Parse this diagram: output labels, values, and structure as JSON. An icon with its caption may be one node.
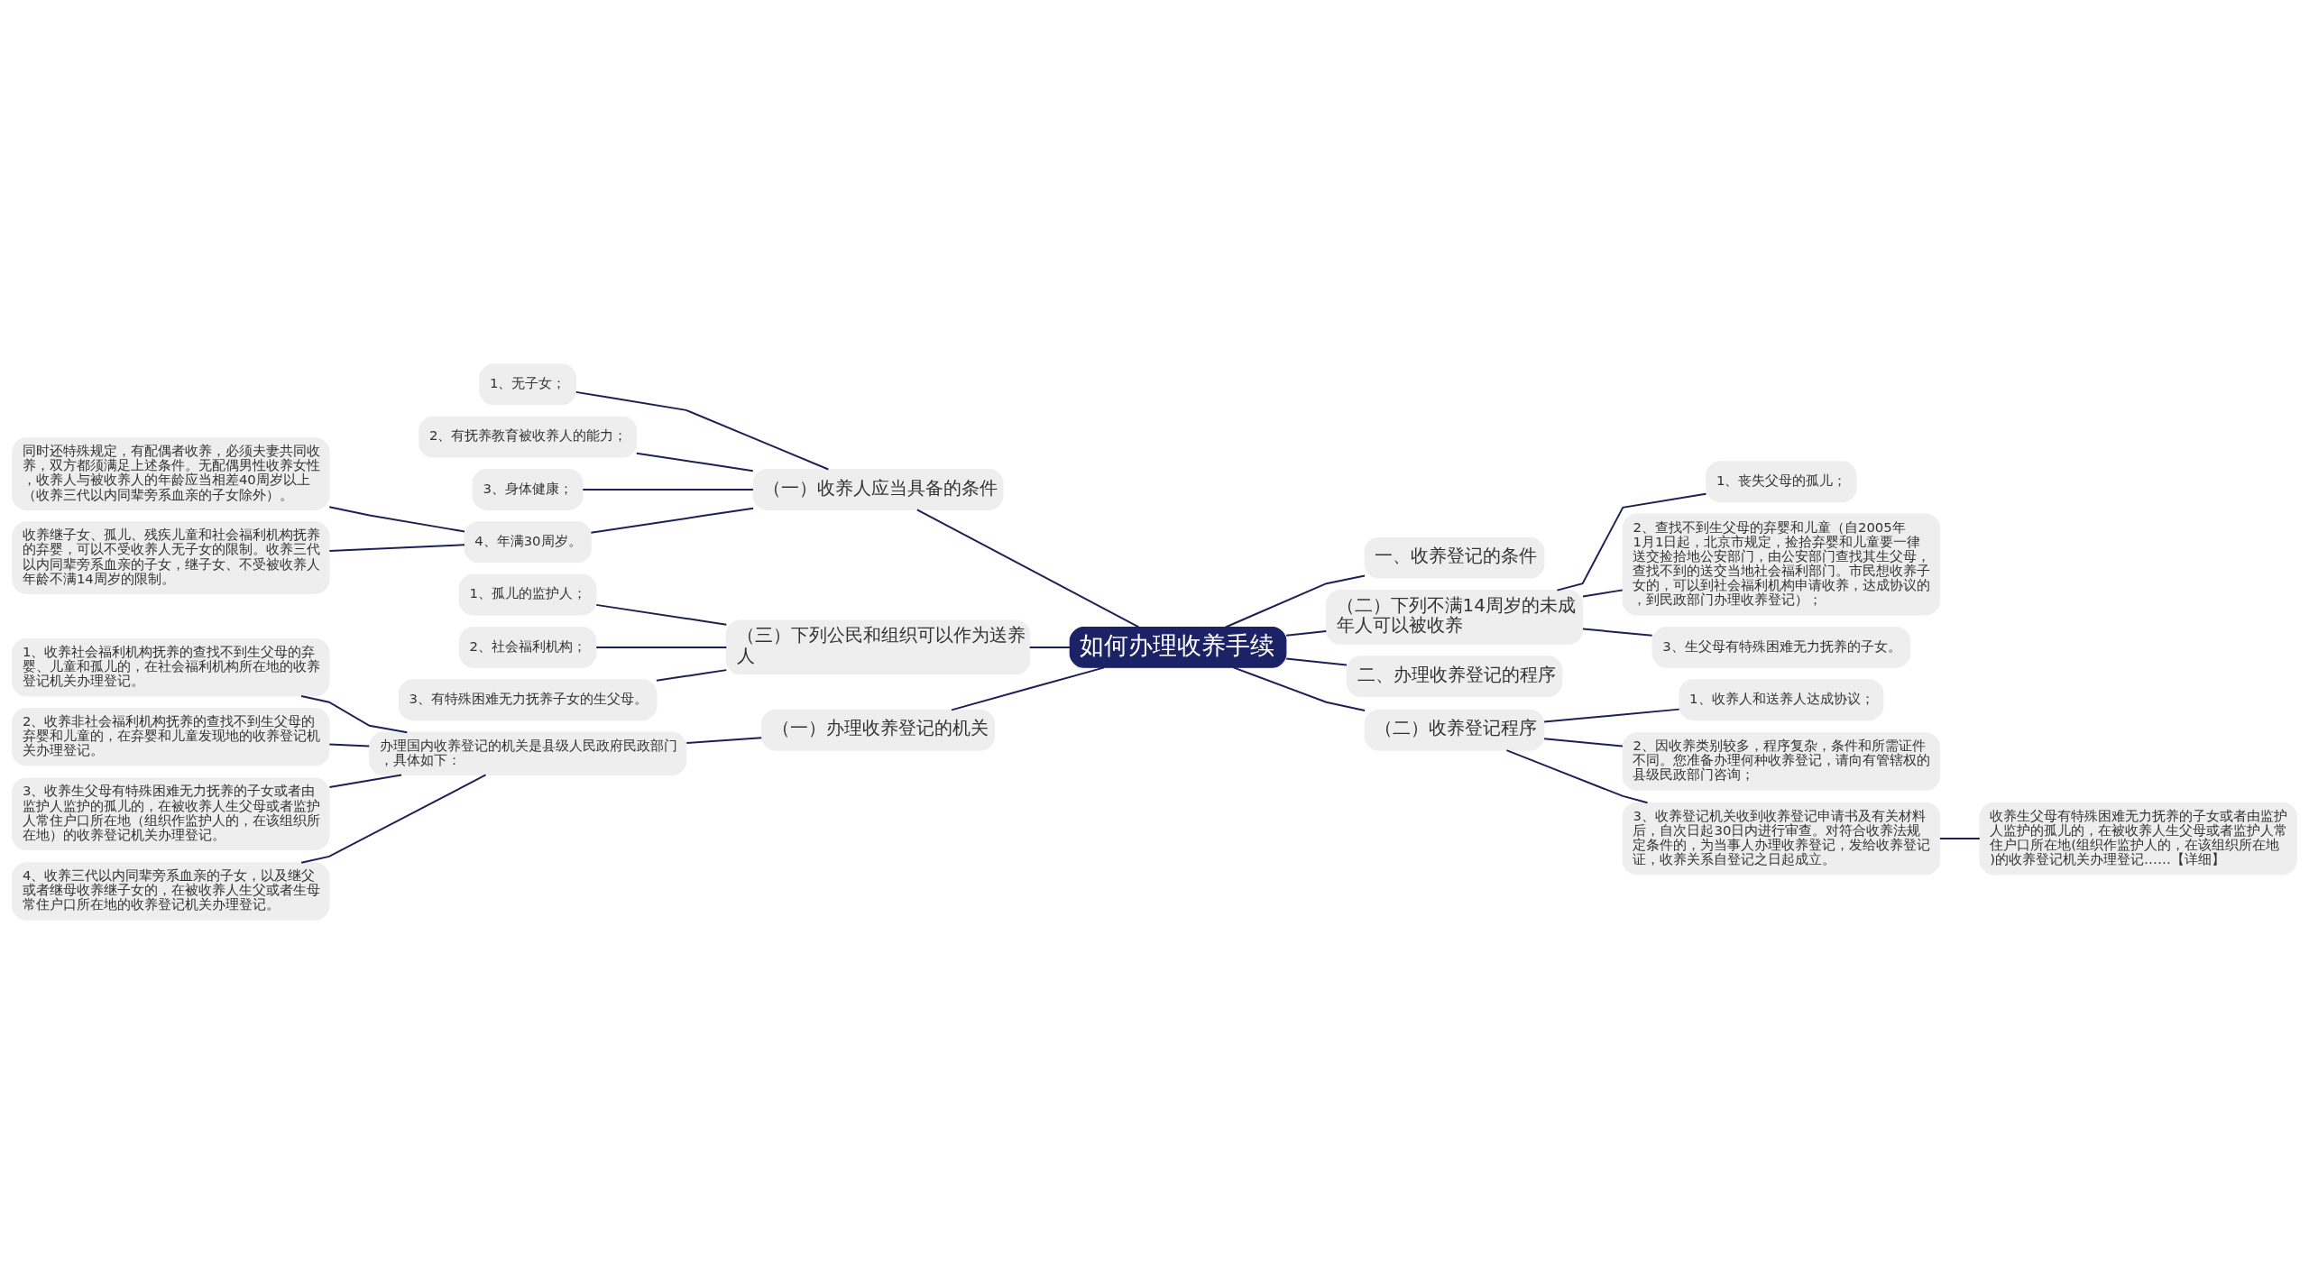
{
  "diagram": {
    "nodes": [
      {
        "text": [
          "如何办理收养手续"
        ]
      },
      {
        "text": [
          "（一）收养人应当具备的条件"
        ]
      },
      {
        "text": [
          "1、无子女；"
        ]
      },
      {
        "text": [
          "2、有抚养教育被收养人的能力；"
        ]
      },
      {
        "text": [
          "3、身体健康；"
        ]
      },
      {
        "text": [
          "4、年满30周岁。"
        ]
      },
      {
        "text": [
          "同时还特殊规定，有配偶者收养，必须夫妻共同收养，双方都须满足上述条件。无配偶男性收养女性，收养人与被收养人的年龄应当相差40周岁以上（收养三代以内同辈旁系血亲的子女除外）。"
        ]
      },
      {
        "text": [
          "收养继子女、孤儿、残疾儿童和社会福利机构抚养的弃婴，可以不受收养人无子女的限制。收养三代以内同辈旁系血亲的子女，继子女、不受被收养人年龄不满14周岁的限制。"
        ]
      },
      {
        "text": [
          "（三）下列公民和组织可以作为送养人"
        ]
      },
      {
        "text": [
          "1、孤儿的监护人；"
        ]
      },
      {
        "text": [
          "2、社会福利机构；"
        ]
      },
      {
        "text": [
          "3、有特殊困难无力抚养子女的生父母。"
        ]
      },
      {
        "text": [
          "（一）办理收养登记的机关"
        ]
      },
      {
        "text": [
          "办理国内收养登记的机关是县级人民政府民政部门，具体如下："
        ]
      },
      {
        "text": [
          "1、收养社会福利机构抚养的查找不到生父母的弃婴、儿童和孤儿的，在社会福利机构所在地的收养登记机关办理登记。"
        ]
      },
      {
        "text": [
          "2、收养非社会福利机构抚养的查找不到生父母的弃婴和儿童的，在弃婴和儿童发现地的收养登记机关办理登记。"
        ]
      },
      {
        "text": [
          "3、收养生父母有特殊困难无力抚养的子女或者由监护人监护的孤儿的，在被收养人生父母或者监护人常住户口所在地（组织作监护人的，在该组织所在地）的收养登记机关办理登记。"
        ]
      },
      {
        "text": [
          "4、收养三代以内同辈旁系血亲的子女，以及继父或者继母收养继子女的，在被收养人生父或者生母常住户口所在地的收养登记机关办理登记。"
        ]
      },
      {
        "text": [
          "一、收养登记的条件"
        ]
      },
      {
        "text": [
          "（二）下列不满14周岁的未成年人可以被收养"
        ]
      },
      {
        "text": [
          "1、丧失父母的孤儿；"
        ]
      },
      {
        "text": [
          "2、查找不到生父母的弃婴和儿童（自2005年1月1日起，北京市规定，捡拾弃婴和儿童要一律送交捡拾地公安部门，由公安部门查找其生父母，查找不到的送交当地社会福利部门。市民想收养子女的，可以到社会福利机构申请收养，达成协议的，到民政部门办理收养登记）；"
        ]
      },
      {
        "text": [
          "3、生父母有特殊困难无力抚养的子女。"
        ]
      },
      {
        "text": [
          "二、办理收养登记的程序"
        ]
      },
      {
        "text": [
          "（二）收养登记程序"
        ]
      },
      {
        "text": [
          "1、收养人和送养人达成协议；"
        ]
      },
      {
        "text": [
          "2、因收养类别较多，程序复杂，条件和所需证件不同。您准备办理何种收养登记，请向有管辖权的县级民政部门咨询；"
        ]
      },
      {
        "text": [
          "3、收养登记机关收到收养登记申请书及有关材料后，自次日起30日内进行审查。对符合收养法规定条件的，为当事人办理收养登记，发给收养登记证，收养关系自登记之日起成立。"
        ]
      },
      {
        "text": [
          "收养生父母有特殊困难无力抚养的子女或者由监护人监护的孤儿的，在被收养人生父母或者监护人常住户口所在地(组织作监护人的，在该组织所在地)的收养登记机关办理登记……【详细】"
        ]
      }
    ],
    "edges": [
      {
        "from": 0,
        "to": 1,
        "arrow": "none"
      },
      {
        "from": 1,
        "to": 2,
        "arrow": "none"
      },
      {
        "from": 1,
        "to": 3,
        "arrow": "none"
      },
      {
        "from": 1,
        "to": 4,
        "arrow": "none"
      },
      {
        "from": 1,
        "to": 5,
        "arrow": "none"
      },
      {
        "from": 5,
        "to": 6,
        "arrow": "none"
      },
      {
        "from": 5,
        "to": 7,
        "arrow": "none"
      },
      {
        "from": 0,
        "to": 8,
        "arrow": "none"
      },
      {
        "from": 8,
        "to": 9,
        "arrow": "none"
      },
      {
        "from": 8,
        "to": 10,
        "arrow": "none"
      },
      {
        "from": 8,
        "to": 11,
        "arrow": "none"
      },
      {
        "from": 0,
        "to": 12,
        "arrow": "none"
      },
      {
        "from": 12,
        "to": 13,
        "arrow": "none"
      },
      {
        "from": 13,
        "to": 14,
        "arrow": "none"
      },
      {
        "from": 13,
        "to": 15,
        "arrow": "none"
      },
      {
        "from": 13,
        "to": 16,
        "arrow": "none"
      },
      {
        "from": 13,
        "to": 17,
        "arrow": "none"
      },
      {
        "from": 0,
        "to": 18,
        "arrow": "none"
      },
      {
        "from": 0,
        "to": 19,
        "arrow": "none"
      },
      {
        "from": 19,
        "to": 20,
        "arrow": "none"
      },
      {
        "from": 19,
        "to": 21,
        "arrow": "none"
      },
      {
        "from": 19,
        "to": 22,
        "arrow": "none"
      },
      {
        "from": 0,
        "to": 23,
        "arrow": "none"
      },
      {
        "from": 0,
        "to": 24,
        "arrow": "none"
      },
      {
        "from": 24,
        "to": 25,
        "arrow": "none"
      },
      {
        "from": 24,
        "to": 26,
        "arrow": "none"
      },
      {
        "from": 24,
        "to": 27,
        "arrow": "none"
      },
      {
        "from": 27,
        "to": 28,
        "arrow": "none"
      }
    ]
  }
}
